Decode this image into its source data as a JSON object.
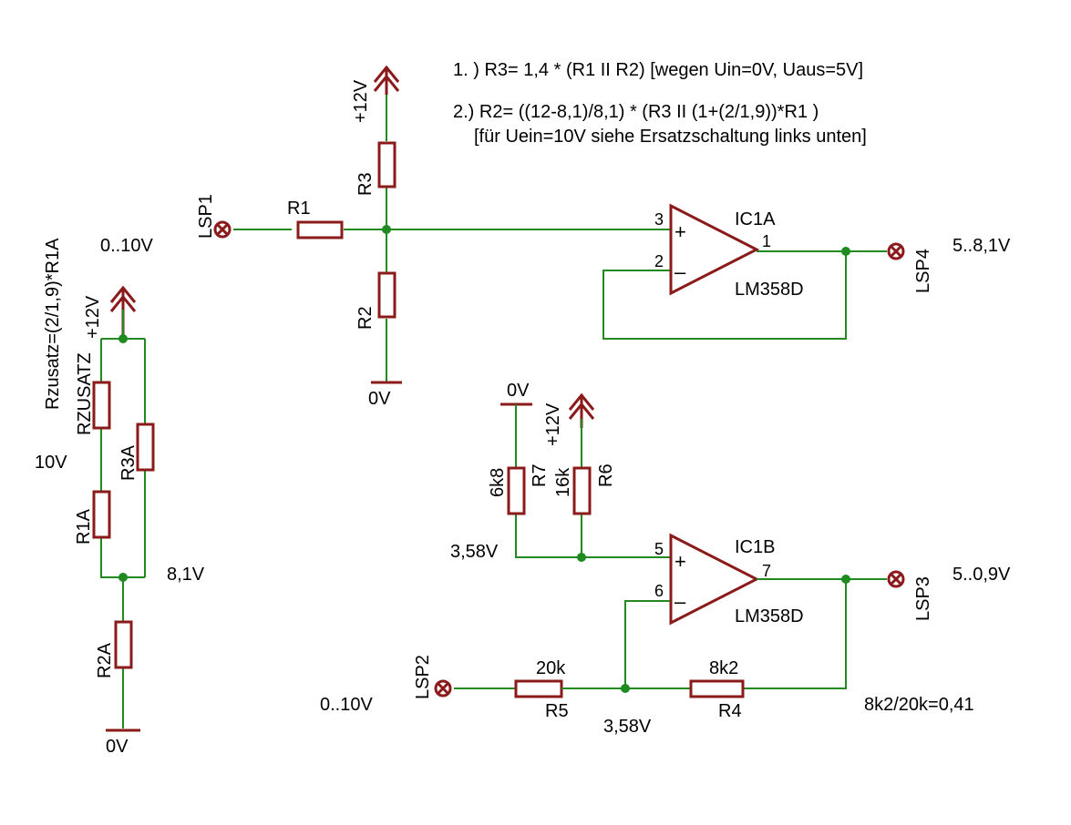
{
  "colors": {
    "wire": "#1f8a1f",
    "part": "#8b1a1a",
    "text": "#000000",
    "background": "#ffffff"
  },
  "notes": {
    "line1": "1. )  R3= 1,4 * (R1 II R2)  [wegen Uin=0V, Uaus=5V]",
    "line2": "2.) R2= ((12-8,1)/8,1) * (R3 II (1+(2/1,9))*R1 )",
    "line3": "[für Uein=10V siehe Ersatzschaltung links unten]"
  },
  "top_circuit": {
    "lsp1": "LSP1",
    "in_range": "0..10V",
    "r1": "R1",
    "r3": "R3",
    "r2": "R2",
    "supply": "+12V",
    "ground": "0V",
    "ic": "IC1A",
    "ic_type": "LM358D",
    "pin_plus": "3",
    "pin_minus": "2",
    "pin_out": "1",
    "plus_sign": "+",
    "minus_sign": "–",
    "lsp4": "LSP4",
    "out_range": "5..8,1V"
  },
  "left_circuit": {
    "formula": "Rzusatz=(2/1,9)*R1A",
    "supply": "+12V",
    "rzusatz": "RZUSATZ",
    "r3a": "R3A",
    "r1a": "R1A",
    "r2a": "R2A",
    "v10": "10V",
    "v81": "8,1V",
    "ground": "0V"
  },
  "bottom_circuit": {
    "ground_top": "0V",
    "supply": "+12V",
    "r7": "R7",
    "r7_val": "6k8",
    "r6": "R6",
    "r6_val": "16k",
    "v_ref": "3,58V",
    "ic": "IC1B",
    "ic_type": "LM358D",
    "pin_plus": "5",
    "pin_minus": "6",
    "pin_out": "7",
    "plus_sign": "+",
    "minus_sign": "–",
    "lsp3": "LSP3",
    "out_range": "5..0,9V",
    "lsp2": "LSP2",
    "in_range": "0..10V",
    "r5": "R5",
    "r5_val": "20k",
    "r4": "R4",
    "r4_val": "8k2",
    "v_node": "3,58V",
    "ratio": "8k2/20k=0,41"
  }
}
